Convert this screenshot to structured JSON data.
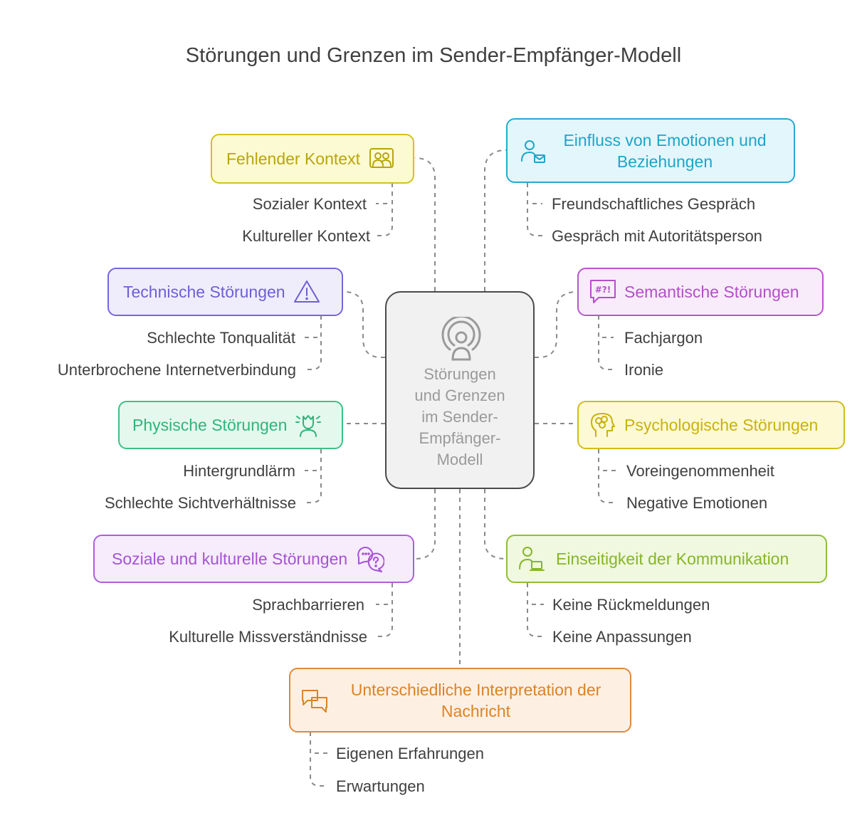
{
  "title": "Störungen und Grenzen im Sender-Empfänger-Modell",
  "center": {
    "lines": [
      "Störungen",
      "und Grenzen",
      "im Sender-",
      "Empfänger-",
      "Modell"
    ],
    "icon": "broadcast-person-icon",
    "color": "#f1f1f1"
  },
  "boxes": {
    "fehlender_kontext": {
      "label": "Fehlender Kontext",
      "icon": "people-icon",
      "color": "#c8b40f",
      "items": [
        "Sozialer Kontext",
        "Kultureller Kontext"
      ]
    },
    "emotionen": {
      "label_line1": "Einfluss von Emotionen und",
      "label_line2": "Beziehungen",
      "icon": "person-mail-icon",
      "color": "#1ea5c9",
      "items": [
        "Freundschaftliches Gespräch",
        "Gespräch mit Autoritätsperson"
      ]
    },
    "technische": {
      "label": "Technische Störungen",
      "icon": "warning-icon",
      "color": "#6d5fd6",
      "items": [
        "Schlechte Tonqualität",
        "Unterbrochene Internetverbindung"
      ]
    },
    "semantische": {
      "label": "Semantische Störungen",
      "icon": "symbols-speech-icon",
      "color": "#b44fc8",
      "items": [
        "Fachjargon",
        "Ironie"
      ]
    },
    "physische": {
      "label": "Physische Störungen",
      "icon": "stressed-person-icon",
      "color": "#2fb57a",
      "items": [
        "Hintergrundlärm",
        "Schlechte Sichtverhältnisse"
      ]
    },
    "psychologische": {
      "label": "Psychologische Störungen",
      "icon": "brain-head-icon",
      "color": "#c9b20e",
      "items": [
        "Voreingenommenheit",
        "Negative Emotionen"
      ]
    },
    "soziale": {
      "label": "Soziale und kulturelle Störungen",
      "icon": "chat-question-icon",
      "color": "#a653d3",
      "items": [
        "Sprachbarrieren",
        "Kulturelle Missverständnisse"
      ]
    },
    "einseitigkeit": {
      "label": "Einseitigkeit der Kommunikation",
      "icon": "person-laptop-icon",
      "color": "#86b52a",
      "items": [
        "Keine Rückmeldungen",
        "Keine Anpassungen"
      ]
    },
    "interpretation": {
      "label_line1": "Unterschiedliche Interpretation der",
      "label_line2": "Nachricht",
      "icon": "chat-bubbles-icon",
      "color": "#dc8326",
      "items": [
        "Eigenen Erfahrungen",
        "Erwartungen"
      ]
    }
  }
}
